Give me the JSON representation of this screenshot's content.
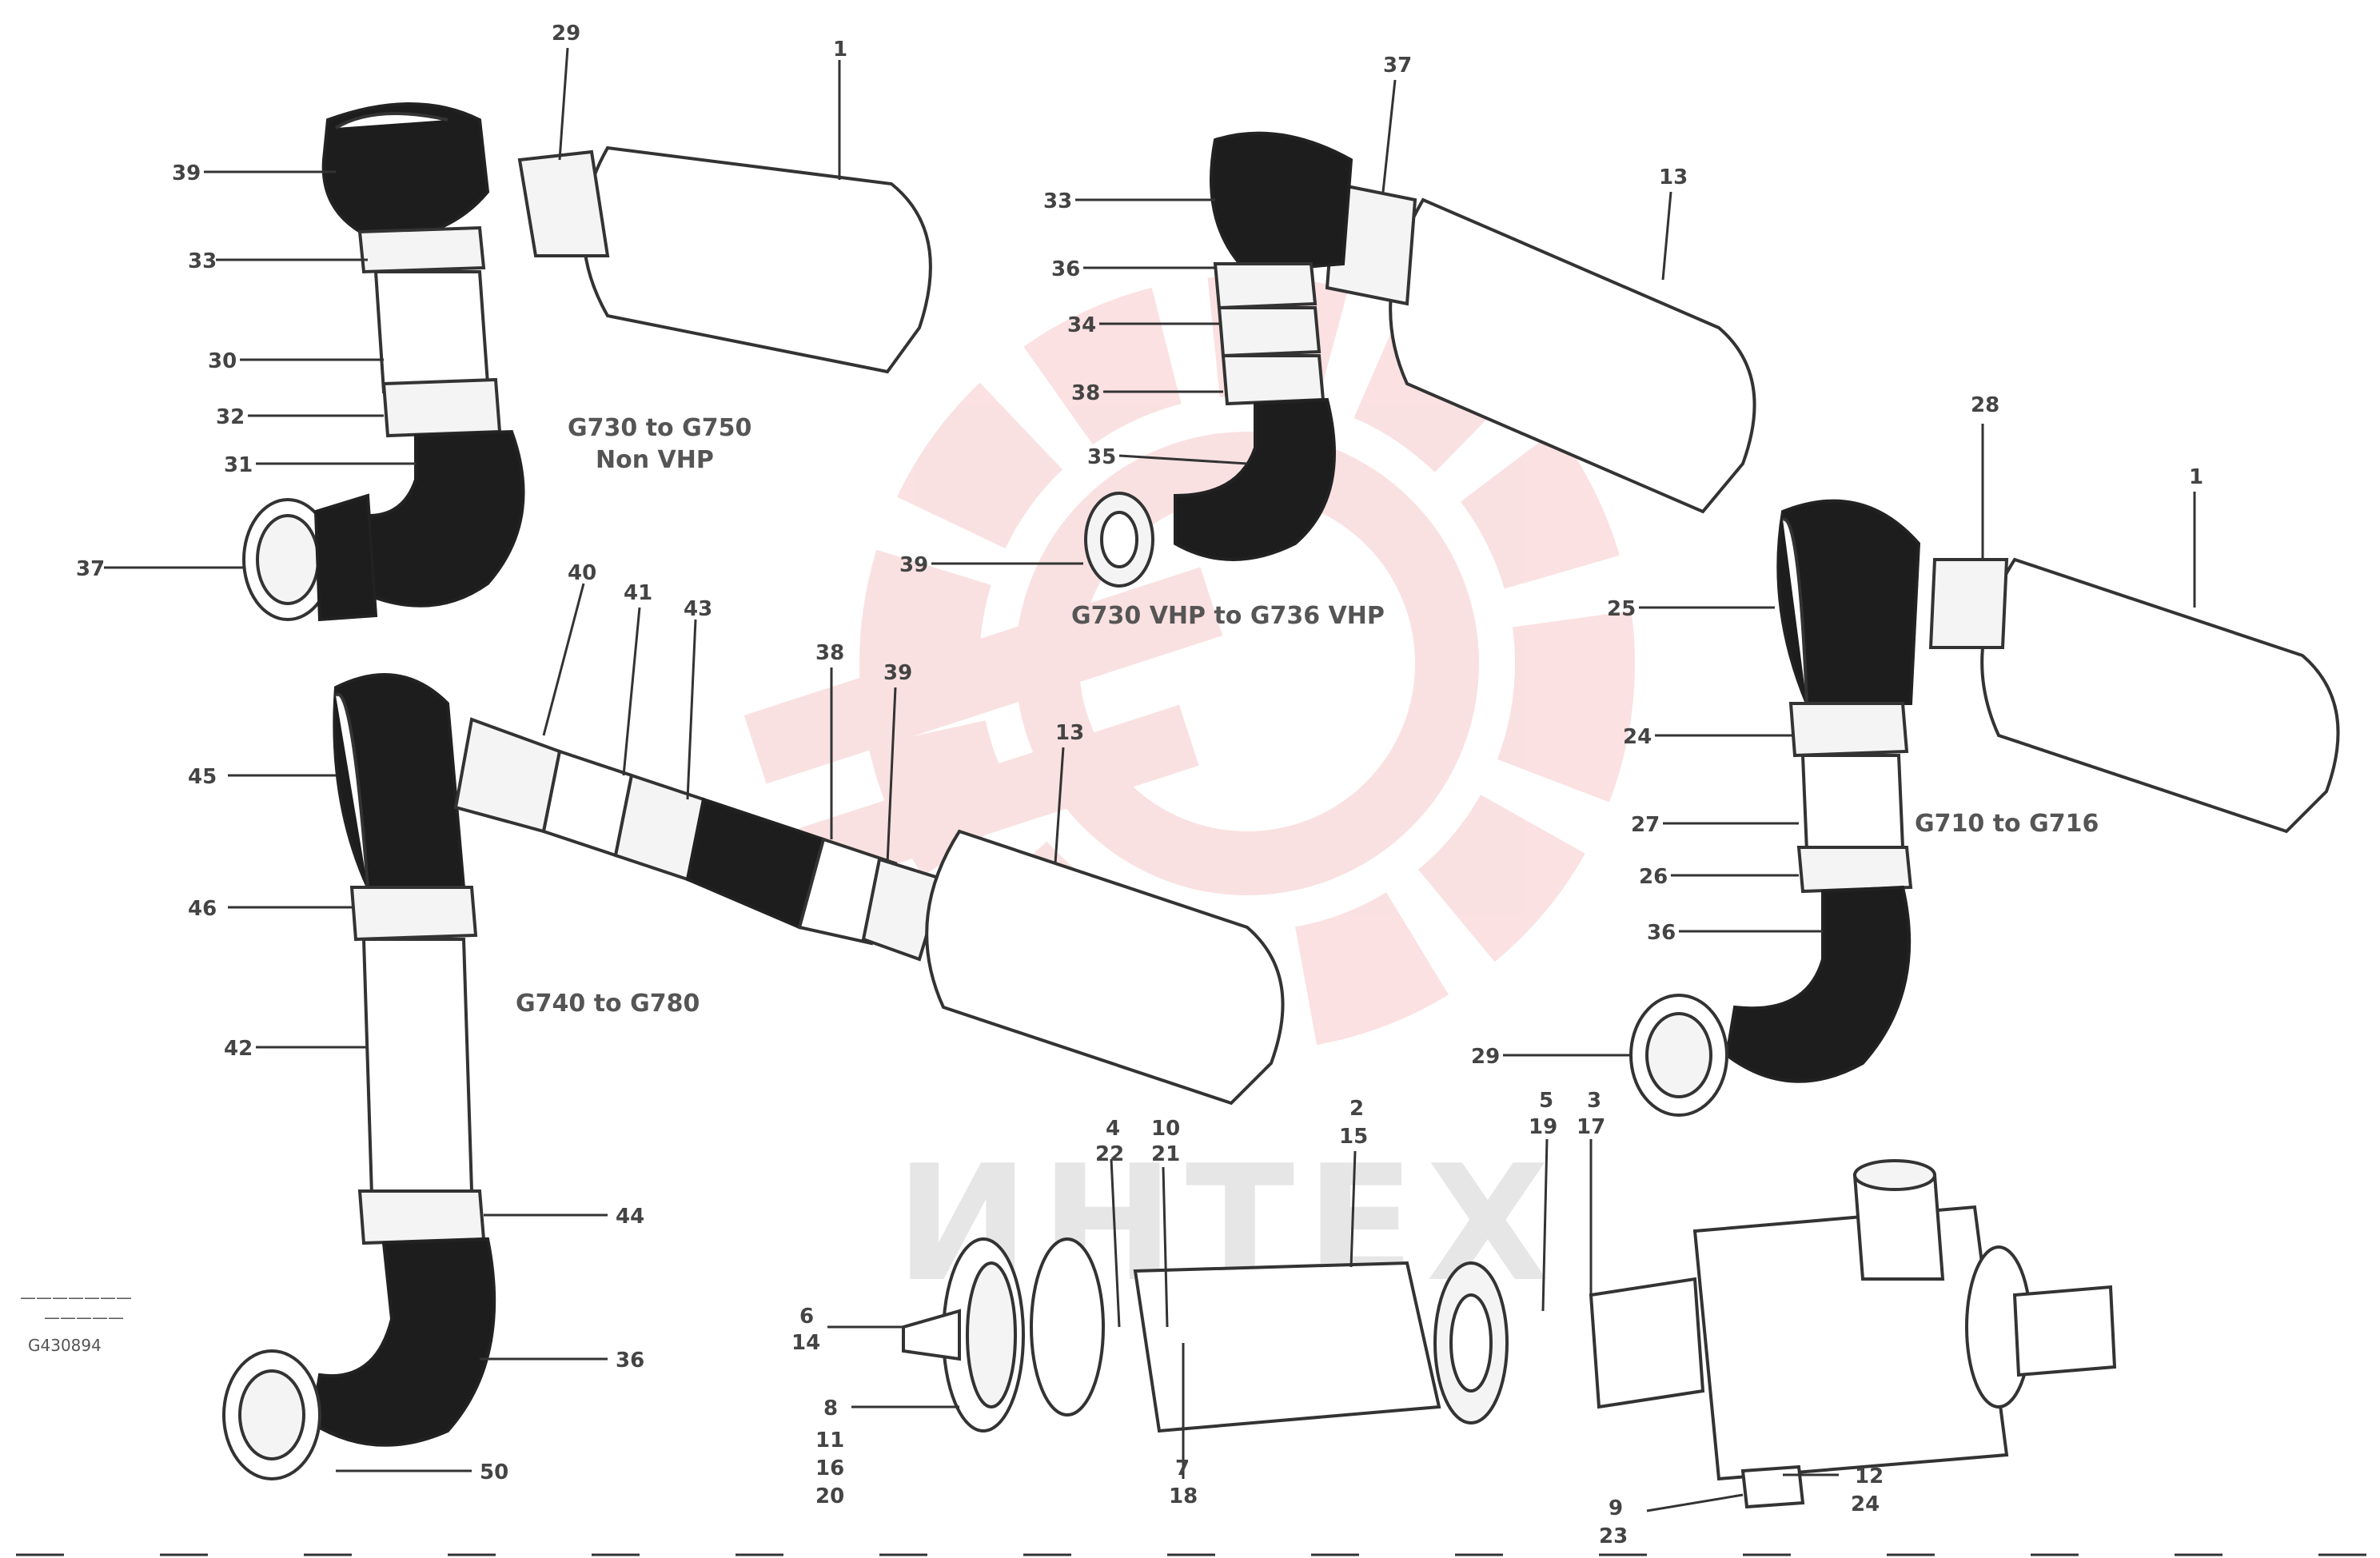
{
  "watermark": {
    "text": "ИНТЕХ",
    "color": "#f7c9c9"
  },
  "captions": {
    "top_left": [
      "G730 to G750",
      "Non VHP"
    ],
    "top_middle": "G730 VHP to G736 VHP",
    "right": "G710 to G716",
    "left_middle": "G740 to G780"
  },
  "reference": {
    "lines": [
      "———————",
      "—————",
      "G430894"
    ]
  },
  "callouts": {
    "tl_1": "1",
    "tl_29": "29",
    "tl_39": "39",
    "tl_33": "33",
    "tl_30": "30",
    "tl_32": "32",
    "tl_31": "31",
    "tl_37": "37",
    "tm_37": "37",
    "tm_13": "13",
    "tm_33": "33",
    "tm_36": "36",
    "tm_34": "34",
    "tm_38": "38",
    "tm_35": "35",
    "tm_39": "39",
    "r_28": "28",
    "r_1": "1",
    "r_25": "25",
    "r_24": "24",
    "r_27": "27",
    "r_26": "26",
    "r_36": "36",
    "r_29": "29",
    "lm_40": "40",
    "lm_41": "41",
    "lm_43": "43",
    "lm_38": "38",
    "lm_39": "39",
    "lm_13": "13",
    "lm_45": "45",
    "lm_46": "46",
    "lm_42": "42",
    "lm_44": "44",
    "lm_36": "36",
    "lm_50": "50",
    "b_2": "2",
    "b_15": "15",
    "b_5": "5",
    "b_19": "19",
    "b_3": "3",
    "b_17": "17",
    "b_4": "4",
    "b_22": "22",
    "b_10": "10",
    "b_21": "21",
    "b_6": "6",
    "b_14": "14",
    "b_8": "8",
    "b_11": "11",
    "b_16": "16",
    "b_20": "20",
    "b_7": "7",
    "b_18": "18",
    "b_9": "9",
    "b_23": "23",
    "b_12": "12",
    "b_24": "24"
  }
}
